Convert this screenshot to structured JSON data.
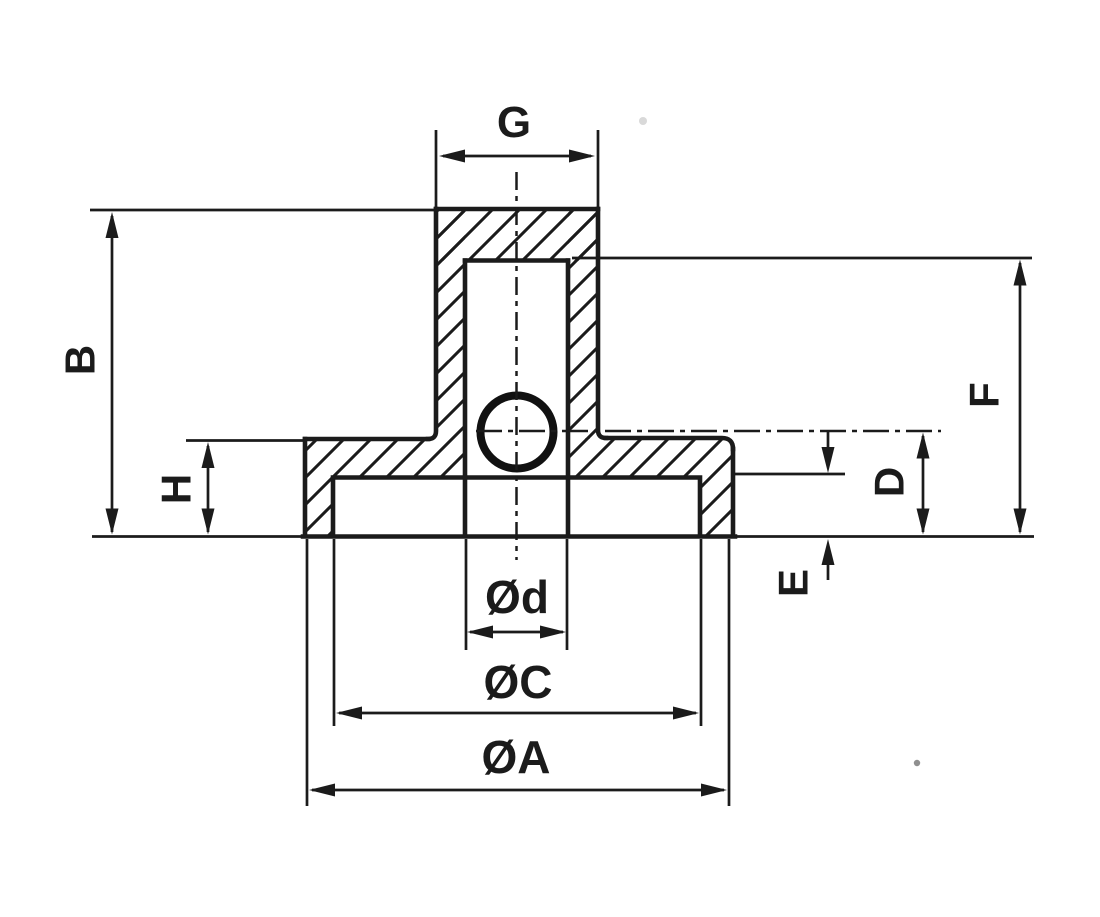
{
  "diagram": {
    "kind": "technical-drawing-cross-section",
    "background_color": "#ffffff",
    "line_color": "#1b1b1b",
    "labels": {
      "g": "G",
      "b": "B",
      "h": "H",
      "f": "F",
      "d": "D",
      "e": "E",
      "dia_d": "Ød",
      "dia_c": "ØC",
      "dia_a": "ØA"
    }
  }
}
